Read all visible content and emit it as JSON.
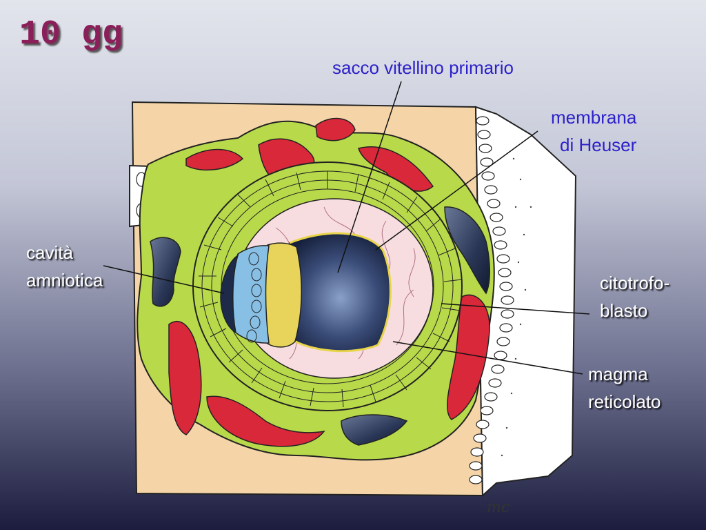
{
  "slide": {
    "title": "10 gg"
  },
  "labels": {
    "sacco_vitellino": "sacco vitellino primario",
    "membrana_line1": "membrana",
    "membrana_line2": "di Heuser",
    "cavita_line1": "cavità",
    "cavita_line2": "amniotica",
    "citotrofo_line1": "citotrofo-",
    "citotrofo_line2": "blasto",
    "magma_line1": "magma",
    "magma_line2": "reticolato"
  },
  "signature": "mc",
  "colors": {
    "title": "#8a1f5a",
    "blue_label": "#2d22c9",
    "sincizio_green": "#b8d94a",
    "lacune_red": "#d9283a",
    "endometrio_tan": "#f5d5a8",
    "magma_pink": "#f7dde0",
    "sacco_dark": "#1e2a4a",
    "amnio_blue": "#88bfe4"
  }
}
